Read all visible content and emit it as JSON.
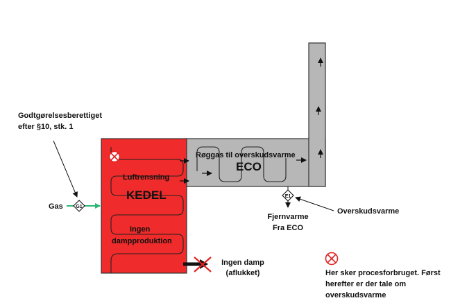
{
  "labels": {
    "note_line1": "Godtgørelsesberettiget",
    "note_line2": "efter §10, stk. 1",
    "gas": "Gas",
    "meter_g1": "G1",
    "meter_e1": "E1",
    "kedel_title": "KEDEL",
    "luftrensning": "Luftrensning",
    "ingen": "Ingen",
    "dampproduktion": "dampproduktion",
    "roeggas": "Røggas til overskudsvarme",
    "eco": "ECO",
    "fjernvarme": "Fjernvarme",
    "fra_eco": "Fra ECO",
    "overskudsvarme": "Overskudsvarme",
    "ingen_damp": "Ingen damp",
    "aflukket": "(aflukket)",
    "legend_line1": "Her sker procesforbruget. Først",
    "legend_line2": "herefter er der tale om",
    "legend_line3": "overskudsvarme"
  },
  "colors": {
    "boiler": "#ef2b2b",
    "eco": "#b7b7b7",
    "gas_line": "#2cb673",
    "process_marker": "#e22222"
  }
}
